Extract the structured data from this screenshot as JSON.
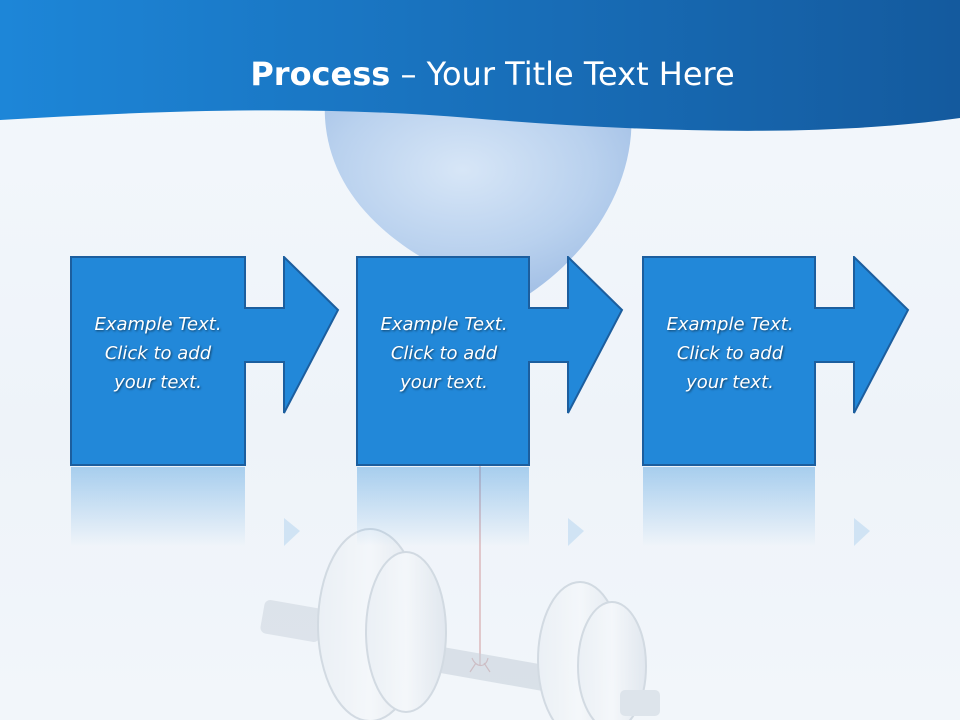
{
  "title": {
    "bold": "Process",
    "dash": " – ",
    "rest": "Your Title Text Here"
  },
  "steps": [
    {
      "lines": [
        "Example Text.",
        "Click  to add",
        "your text."
      ]
    },
    {
      "lines": [
        "Example Text.",
        "Click  to add",
        "your text."
      ]
    },
    {
      "lines": [
        "Example Text.",
        "Click  to add",
        "your text."
      ]
    }
  ],
  "colors": {
    "banner": "#1a7fd2",
    "banner_dark": "#1565b0",
    "box_fill": "#2288d9",
    "box_border": "#1c5e9e",
    "balloon": "#b8d2f0"
  },
  "decor": {
    "balloon": "balloon-image",
    "dumbbell": "dumbbell-image"
  }
}
